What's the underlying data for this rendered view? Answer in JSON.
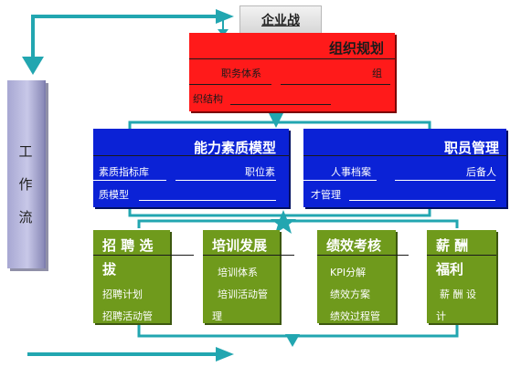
{
  "banner": {
    "title": "企业战"
  },
  "left_bar": {
    "chars": [
      "工",
      "作",
      "流"
    ]
  },
  "org": {
    "title": "组织规划",
    "line1a": "职务体系",
    "line1b": "组",
    "line2": "织结构"
  },
  "competency": {
    "title": "能力素质模型",
    "line1a": "素质指标库",
    "line1b": "职位素",
    "line2": "质模型"
  },
  "staff": {
    "title": "职员管理",
    "line1a": "人事档案",
    "line1b": "后备人",
    "line2": "才管理"
  },
  "recruit": {
    "title_a": "招 聘 选",
    "title_b": "拔",
    "items": [
      "招聘计划",
      "招聘活动管"
    ]
  },
  "training": {
    "title": "培训发展",
    "items": [
      "培训体系",
      "培训活动管",
      "理"
    ]
  },
  "performance": {
    "title": "绩效考核",
    "items": [
      "KPI分解",
      "绩效方案",
      "绩效过程管"
    ]
  },
  "pay": {
    "title_a": "薪  酬",
    "title_b": "福利",
    "items": [
      "薪 酬 设",
      "计"
    ]
  },
  "colors": {
    "red": "#ff1a1a",
    "blue": "#0b22d6",
    "green": "#6f9a1c",
    "connector": "#22a6b0"
  }
}
